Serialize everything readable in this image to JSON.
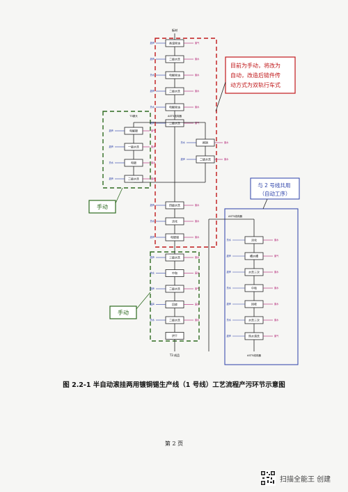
{
  "diagram": {
    "top_label": "板材",
    "bottom_label": "T3 成品",
    "main_steps": [
      "高温除油",
      "二级水洗",
      "电解除油",
      "二级水洗",
      "电解除油",
      "二级水洗"
    ],
    "machine_label": "AST5线向器",
    "left_steps": [
      "电解镀",
      "一级水洗",
      "电镀",
      "二级水洗"
    ],
    "left_top": "T3铜头",
    "right_steps": [
      "刷铜",
      "二级水洗"
    ],
    "center_steps": [
      "四级水洗",
      "活化",
      "电镀锡"
    ],
    "lower_steps": [
      "三级水洗",
      "中和",
      "二级水洗",
      "回收",
      "二级水洗",
      "烘干"
    ],
    "right2_top": "AST5线向器",
    "right2_steps": [
      "活化",
      "槽水槽",
      "水洗三次",
      "中和",
      "回收",
      "水洗三次",
      "热水清洗"
    ],
    "right2_bottom": "AST5线向器",
    "blue_side_labels": [
      "超声",
      "超声",
      "热水",
      "超声",
      "热水"
    ],
    "magenta_side_labels": [
      "废气",
      "废水",
      "废水",
      "废水",
      "废水"
    ],
    "callout_red": "目前为手动，将改为自动，改造后链件传动方式为双轨行车式",
    "callout_blue": "与 2 号线共用（自动工序）",
    "manual_label_1": "手动",
    "manual_label_2": "手动"
  },
  "caption": "图 2.2-1 半自动滚挂两用镀铜锡生产线（1 号线）工艺流程产污环节示意图",
  "page_number": "第 2 页",
  "scanner_text": "扫描全能王 创建",
  "colors": {
    "red_dash": "#c0181a",
    "green_dash": "#2d6a1f",
    "blue_box": "#2a3fa8",
    "magenta": "#b0186f"
  }
}
